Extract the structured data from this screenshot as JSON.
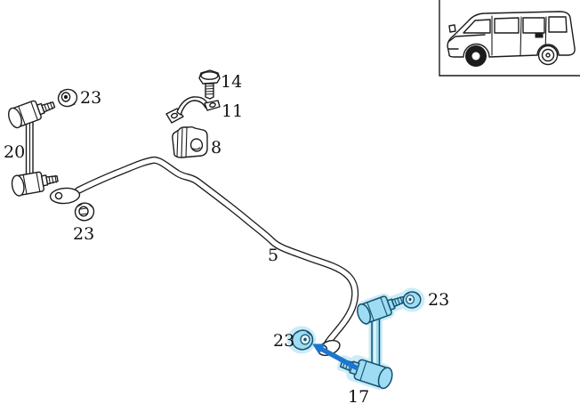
{
  "figure": {
    "kind": "exploded-parts-diagram",
    "subject": "front stabilizer bar assembly with links, bushing, clamp and nuts",
    "background": "#ffffff"
  },
  "inset": {
    "vehicle": "van side view",
    "marked_wheel": "front wheel filled black"
  },
  "colors": {
    "line": "#1c1c1c",
    "highlight_fill": "#9edcf4",
    "highlight_outline": "#15506c",
    "highlight_halo": "#c9ecf8",
    "arrow_blue": "#1d76cf",
    "label_text": "#111111"
  },
  "callouts": [
    {
      "number": "23",
      "part": "flange nut upper left"
    },
    {
      "number": "14",
      "part": "screw"
    },
    {
      "number": "11",
      "part": "clamp bracket"
    },
    {
      "number": "8",
      "part": "stabilizer rubber bushing"
    },
    {
      "number": "20",
      "part": "stabilizer link left"
    },
    {
      "number": "23",
      "part": "flange nut below bar eye left"
    },
    {
      "number": "5",
      "part": "stabilizer bar"
    },
    {
      "number": "23",
      "part": "flange nut right upper (highlighted)"
    },
    {
      "number": "23",
      "part": "flange nut right lower (highlighted)"
    },
    {
      "number": "17",
      "part": "stabilizer link right (highlighted)"
    }
  ]
}
